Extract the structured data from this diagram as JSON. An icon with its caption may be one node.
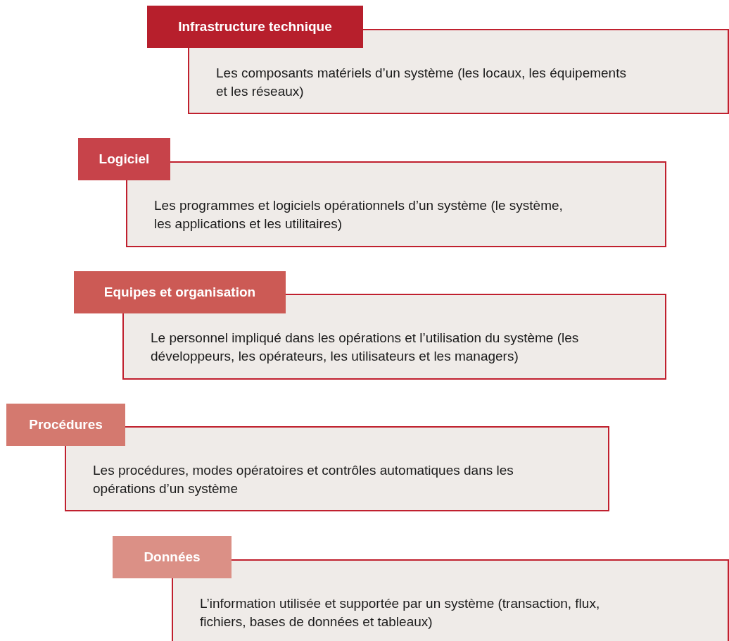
{
  "diagram": {
    "nodes": [
      {
        "text": [
          "Infrastructure technique",
          "Les composants matériels d’un système (les locaux, les équipements et les réseaux)"
        ]
      },
      {
        "text": [
          "Logiciel",
          "Les programmes et logiciels opérationnels d’un système (le système, les applications et les utilitaires)"
        ]
      },
      {
        "text": [
          "Equipes et organisation",
          "Le personnel impliqué dans les opérations et l’utilisation du système (les développeurs, les opérateurs, les utilisateurs et les managers)"
        ]
      },
      {
        "text": [
          "Procédures",
          "Les procédures, modes opératoires et contrôles automatiques dans les opérations d’un système"
        ]
      },
      {
        "text": [
          "Données",
          "L’information utilisée et supportée par un système (transaction, flux, fichiers, bases de données et tableaux)"
        ]
      }
    ]
  }
}
